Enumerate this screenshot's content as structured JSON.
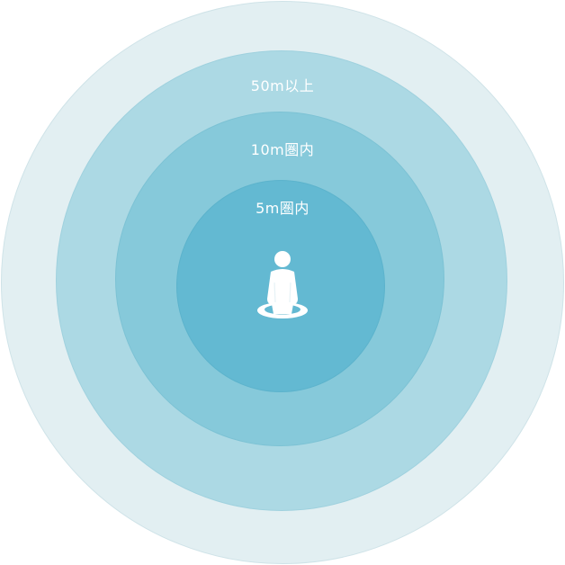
{
  "zones": {
    "outer": {
      "color": "#e2eff2"
    },
    "far": {
      "label": "50m以上",
      "color": "#acd9e4"
    },
    "mid": {
      "label": "10m圏内",
      "color": "#86c9da"
    },
    "near": {
      "label": "5m圏内",
      "color": "#63b9d2"
    }
  },
  "center": {
    "icon": "person-icon"
  }
}
